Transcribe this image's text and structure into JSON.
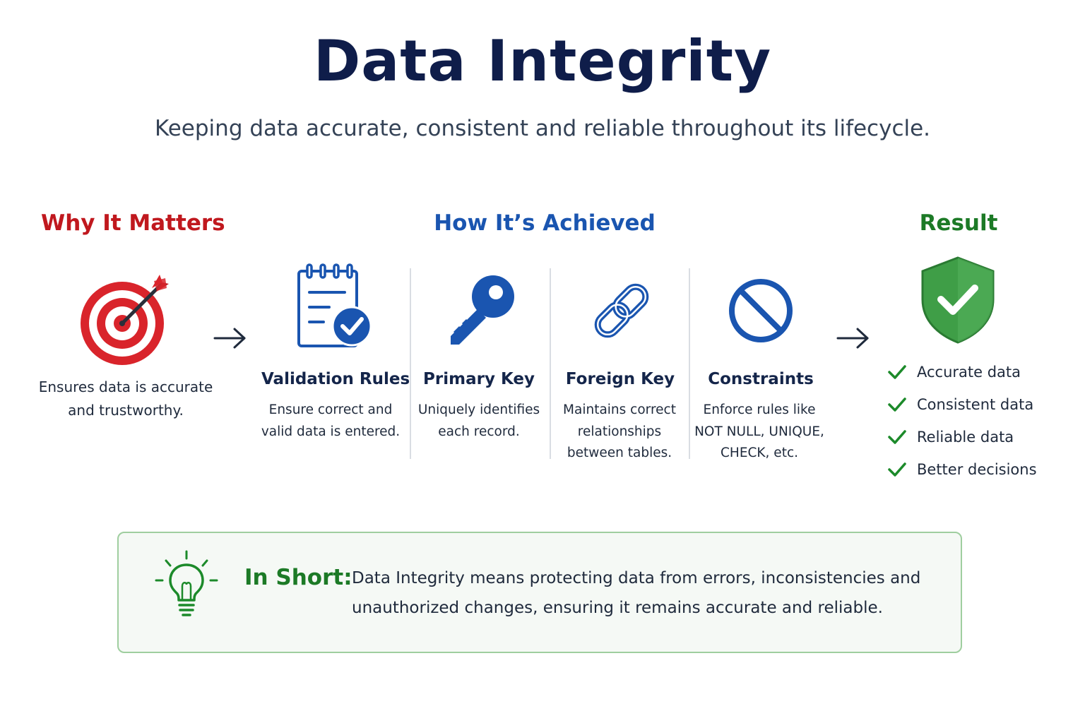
{
  "header": {
    "title": "Data Integrity",
    "subtitle": "Keeping data accurate, consistent and reliable throughout its lifecycle."
  },
  "why": {
    "heading": "Why It Matters",
    "icon": "target-icon",
    "description": "Ensures data is accurate and trustworthy."
  },
  "how": {
    "heading": "How It’s Achieved",
    "steps": [
      {
        "icon": "clipboard-check-icon",
        "title": "Validation Rules",
        "description": "Ensure correct and valid data is entered."
      },
      {
        "icon": "key-icon",
        "title": "Primary Key",
        "description": "Uniquely identifies each record."
      },
      {
        "icon": "link-icon",
        "title": "Foreign Key",
        "description": "Maintains correct relationships between tables."
      },
      {
        "icon": "prohibited-icon",
        "title": "Constraints",
        "description": "Enforce rules like NOT NULL, UNIQUE, CHECK, etc."
      }
    ]
  },
  "result": {
    "heading": "Result",
    "icon": "shield-check-icon",
    "items": [
      "Accurate data",
      "Consistent data",
      "Reliable data",
      "Better decisions"
    ]
  },
  "summary": {
    "icon": "lightbulb-icon",
    "label": "In Short:",
    "text": "Data Integrity means protecting data from errors, inconsistencies and unauthorized changes, ensuring it remains accurate and reliable."
  },
  "colors": {
    "title": "#0f1d4a",
    "why": "#c0181e",
    "how": "#1a55b0",
    "result": "#1c7a26",
    "summary_border": "#9fce9f"
  }
}
